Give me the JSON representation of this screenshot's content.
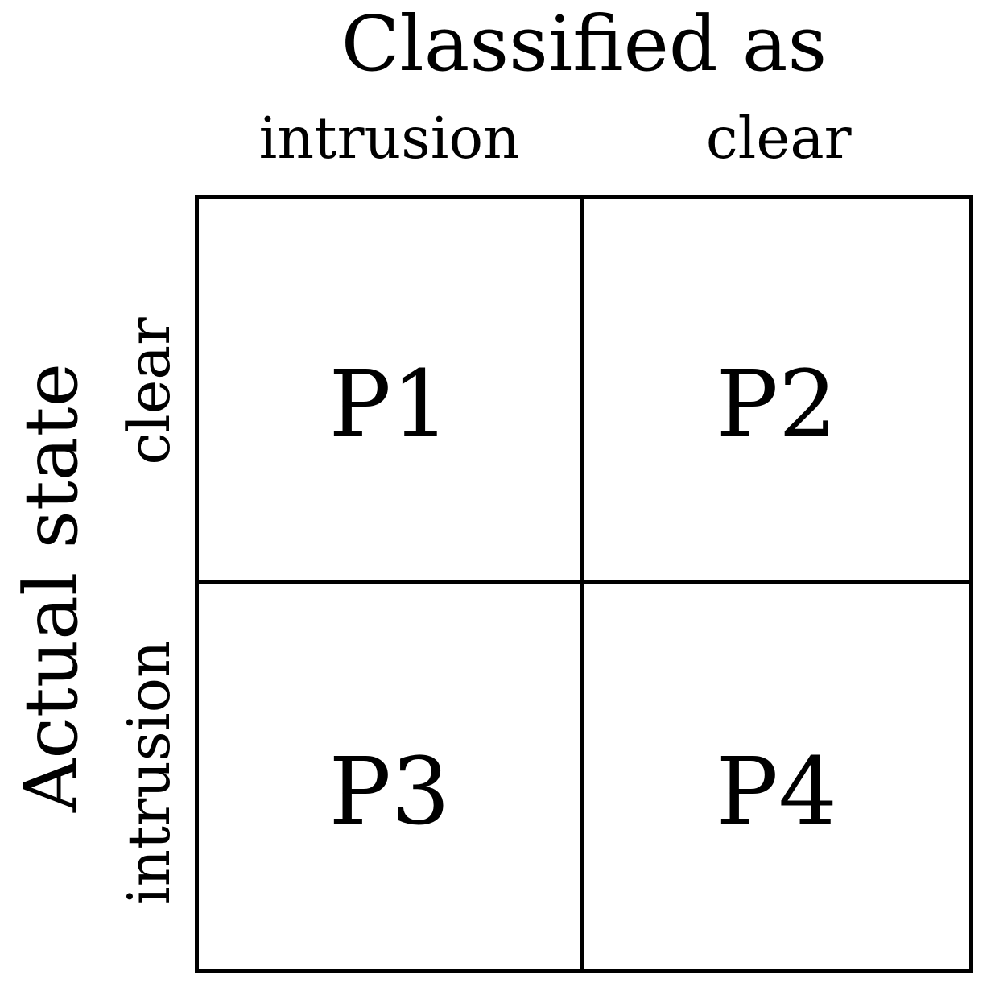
{
  "figure": {
    "title": "Classified as",
    "y_axis_title": "Actual state",
    "columns": [
      "intrusion",
      "clear"
    ],
    "rows": [
      "clear",
      "intrusion"
    ],
    "cells": [
      [
        "P1",
        "P2"
      ],
      [
        "P3",
        "P4"
      ]
    ],
    "colors": {
      "line": "#000000",
      "text": "#000000",
      "background": "#ffffff"
    }
  }
}
